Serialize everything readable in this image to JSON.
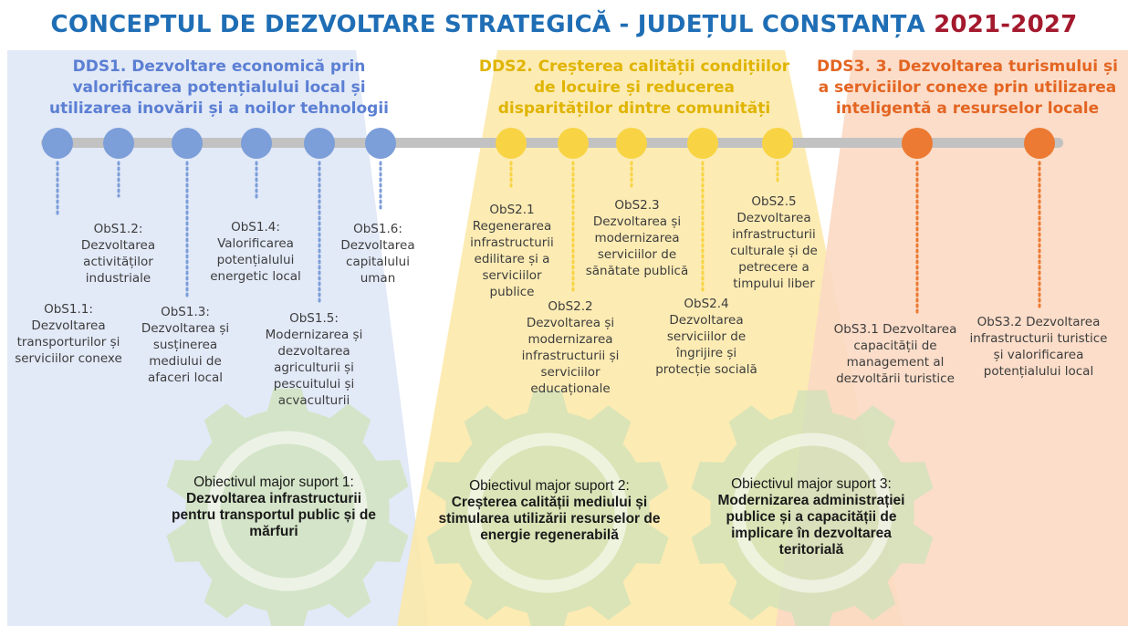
{
  "title": {
    "main": "CONCEPTUL DE DEZVOLTARE STRATEGICĂ - JUDEȚUL CONSTANȚA ",
    "years": "2021-2027"
  },
  "colors": {
    "blue": "#7c9ed9",
    "yellow": "#f8d445",
    "orange": "#ec7a32",
    "title_blue": "#1f6eb5",
    "title_red": "#a3192d",
    "gear_green": "#cfe2b8"
  },
  "dds": [
    {
      "id": "DDS1",
      "text": "DDS1. Dezvoltare economică prin valorificarea potențialului local și utilizarea inovării și a noilor tehnologii"
    },
    {
      "id": "DDS2",
      "text": "DDS2. Creșterea calității condițiilor de locuire și reducerea disparităților dintre comunități"
    },
    {
      "id": "DDS3",
      "text": "DDS3. 3. Dezvoltarea turismului și a serviciilor conexe prin utilizarea inteligentă a resurselor locale"
    }
  ],
  "objectives": [
    {
      "id": "ObS1.1",
      "text": "ObS1.1: Dezvoltarea transporturilor și serviciilor conexe",
      "group": "blue"
    },
    {
      "id": "ObS1.2",
      "text": "ObS1.2: Dezvoltarea activităților industriale",
      "group": "blue"
    },
    {
      "id": "ObS1.3",
      "text": "ObS1.3: Dezvoltarea și susținerea mediului de afaceri local",
      "group": "blue"
    },
    {
      "id": "ObS1.4",
      "text": "ObS1.4: Valorificarea potențialului energetic local",
      "group": "blue"
    },
    {
      "id": "ObS1.5",
      "text": "ObS1.5: Modernizarea și dezvoltarea agriculturii și pescuitului și acvaculturii",
      "group": "blue"
    },
    {
      "id": "ObS1.6",
      "text": "ObS1.6: Dezvoltarea capitalului uman",
      "group": "blue"
    },
    {
      "id": "ObS2.1",
      "text": "ObS2.1 Regenerarea infrastructurii edilitare și a serviciilor publice",
      "group": "yellow"
    },
    {
      "id": "ObS2.2",
      "text": "ObS2.2 Dezvoltarea și modernizarea infrastructurii și serviciilor educaționale",
      "group": "yellow"
    },
    {
      "id": "ObS2.3",
      "text": "ObS2.3 Dezvoltarea și modernizarea serviciilor de sănătate publică",
      "group": "yellow"
    },
    {
      "id": "ObS2.4",
      "text": "ObS2.4 Dezvoltarea serviciilor de îngrijire și protecție socială",
      "group": "yellow"
    },
    {
      "id": "ObS2.5",
      "text": "ObS2.5 Dezvoltarea infrastructurii culturale și de petrecere a timpului liber",
      "group": "yellow"
    },
    {
      "id": "ObS3.1",
      "text": "ObS3.1 Dezvoltarea capacității de management al dezvoltării turistice",
      "group": "orange"
    },
    {
      "id": "ObS3.2",
      "text": "ObS3.2 Dezvoltarea infrastructurii turistice și valorificarea potențialului local",
      "group": "orange"
    }
  ],
  "support": [
    {
      "head": "Obiectivul major suport 1:",
      "body": "Dezvoltarea infrastructurii pentru transportul public și de mărfuri"
    },
    {
      "head": "Obiectivul major suport 2:",
      "body": "Creșterea calității mediului și stimularea utilizării resurselor de energie regenerabilă"
    },
    {
      "head": "Obiectivul major suport 3:",
      "body": "Modernizarea administrației publice și a capacității de implicare în dezvoltarea teritorială"
    }
  ]
}
